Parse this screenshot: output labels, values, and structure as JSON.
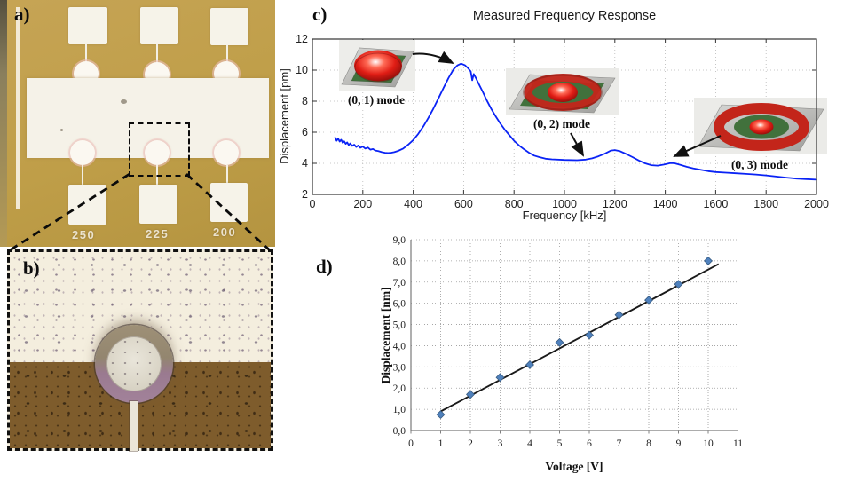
{
  "colors": {
    "gold": "#c6a455",
    "cream": "#f4eede",
    "brown": "#7e5c2c",
    "ring_top": "#9e9077",
    "ring_bottom": "#9a7a90",
    "curve_blue": "#0a23f5",
    "marker_blue": "#4f81bd",
    "trendline_black": "#1a1a1a"
  },
  "panels": {
    "a": {
      "label": "a)",
      "pad_labels": [
        "250",
        "225",
        "200"
      ]
    },
    "b": {
      "label": "b)"
    },
    "c": {
      "label": "c)"
    },
    "d": {
      "label": "d)"
    }
  },
  "chart_data": [
    {
      "type": "line",
      "title": "Measured Frequency Response",
      "xlabel": "Frequency [kHz]",
      "ylabel": "Displacement [pm]",
      "xlim": [
        0,
        2000
      ],
      "ylim": [
        2,
        12
      ],
      "xticks": [
        0,
        200,
        400,
        600,
        800,
        1000,
        1200,
        1400,
        1600,
        1800,
        2000
      ],
      "yticks": [
        2,
        4,
        6,
        8,
        10,
        12
      ],
      "grid": true,
      "legend_position": "none",
      "line_color": "#0a23f5",
      "annotations": [
        {
          "label": "(0, 1) mode",
          "points_to_kHz": 575,
          "points_to_pm": 10.4
        },
        {
          "label": "(0, 2) mode",
          "points_to_kHz": 1050,
          "points_to_pm": 4.2
        },
        {
          "label": "(0, 3) mode",
          "points_to_kHz": 1425,
          "points_to_pm": 4.0
        }
      ],
      "series": [
        {
          "name": "measured displacement",
          "points": [
            [
              90,
              5.65
            ],
            [
              96,
              5.45
            ],
            [
              102,
              5.6
            ],
            [
              108,
              5.4
            ],
            [
              114,
              5.52
            ],
            [
              120,
              5.32
            ],
            [
              126,
              5.42
            ],
            [
              132,
              5.25
            ],
            [
              138,
              5.35
            ],
            [
              144,
              5.18
            ],
            [
              150,
              5.28
            ],
            [
              158,
              5.12
            ],
            [
              166,
              5.2
            ],
            [
              174,
              5.05
            ],
            [
              182,
              5.15
            ],
            [
              190,
              5.0
            ],
            [
              200,
              5.08
            ],
            [
              210,
              4.95
            ],
            [
              220,
              5.02
            ],
            [
              230,
              4.88
            ],
            [
              240,
              4.92
            ],
            [
              250,
              4.82
            ],
            [
              262,
              4.78
            ],
            [
              275,
              4.72
            ],
            [
              288,
              4.68
            ],
            [
              300,
              4.66
            ],
            [
              312,
              4.68
            ],
            [
              325,
              4.72
            ],
            [
              340,
              4.8
            ],
            [
              360,
              4.95
            ],
            [
              380,
              5.2
            ],
            [
              400,
              5.5
            ],
            [
              420,
              5.9
            ],
            [
              440,
              6.38
            ],
            [
              460,
              6.92
            ],
            [
              480,
              7.52
            ],
            [
              500,
              8.18
            ],
            [
              520,
              8.85
            ],
            [
              540,
              9.5
            ],
            [
              560,
              10.05
            ],
            [
              575,
              10.3
            ],
            [
              590,
              10.42
            ],
            [
              605,
              10.32
            ],
            [
              618,
              10.12
            ],
            [
              628,
              9.92
            ],
            [
              634,
              9.35
            ],
            [
              640,
              9.75
            ],
            [
              650,
              9.45
            ],
            [
              662,
              9.05
            ],
            [
              676,
              8.6
            ],
            [
              692,
              8.05
            ],
            [
              710,
              7.5
            ],
            [
              728,
              7.0
            ],
            [
              746,
              6.55
            ],
            [
              764,
              6.15
            ],
            [
              782,
              5.8
            ],
            [
              800,
              5.45
            ],
            [
              820,
              5.15
            ],
            [
              840,
              4.9
            ],
            [
              860,
              4.68
            ],
            [
              880,
              4.5
            ],
            [
              900,
              4.4
            ],
            [
              925,
              4.3
            ],
            [
              950,
              4.26
            ],
            [
              1000,
              4.22
            ],
            [
              1050,
              4.2
            ],
            [
              1085,
              4.24
            ],
            [
              1110,
              4.32
            ],
            [
              1135,
              4.45
            ],
            [
              1160,
              4.62
            ],
            [
              1185,
              4.82
            ],
            [
              1200,
              4.85
            ],
            [
              1220,
              4.78
            ],
            [
              1245,
              4.6
            ],
            [
              1270,
              4.4
            ],
            [
              1295,
              4.18
            ],
            [
              1320,
              4.0
            ],
            [
              1345,
              3.88
            ],
            [
              1370,
              3.85
            ],
            [
              1395,
              3.92
            ],
            [
              1420,
              4.02
            ],
            [
              1438,
              4.0
            ],
            [
              1460,
              3.9
            ],
            [
              1485,
              3.78
            ],
            [
              1510,
              3.68
            ],
            [
              1540,
              3.58
            ],
            [
              1570,
              3.5
            ],
            [
              1600,
              3.44
            ],
            [
              1640,
              3.4
            ],
            [
              1680,
              3.36
            ],
            [
              1720,
              3.32
            ],
            [
              1760,
              3.28
            ],
            [
              1800,
              3.22
            ],
            [
              1840,
              3.15
            ],
            [
              1880,
              3.08
            ],
            [
              1920,
              3.02
            ],
            [
              1960,
              2.98
            ],
            [
              2000,
              2.95
            ]
          ]
        }
      ]
    },
    {
      "type": "scatter",
      "title": "",
      "xlabel": "Voltage [V]",
      "ylabel": "Displacement [nm]",
      "xlim": [
        0,
        11
      ],
      "ylim": [
        0,
        9
      ],
      "xticks": [
        0,
        1,
        2,
        3,
        4,
        5,
        6,
        7,
        8,
        9,
        10,
        11
      ],
      "ytick_labels": [
        "0,0",
        "1,0",
        "2,0",
        "3,0",
        "4,0",
        "5,0",
        "6,0",
        "7,0",
        "8,0",
        "9,0"
      ],
      "grid": true,
      "legend_position": "none",
      "marker_color": "#4f81bd",
      "points": [
        [
          1,
          0.75
        ],
        [
          2,
          1.7
        ],
        [
          3,
          2.5
        ],
        [
          4,
          3.1
        ],
        [
          5,
          4.15
        ],
        [
          6,
          4.5
        ],
        [
          7,
          5.45
        ],
        [
          8,
          6.15
        ],
        [
          9,
          6.9
        ],
        [
          10,
          8.0
        ]
      ],
      "trendline": {
        "x1": 1,
        "y1": 0.9,
        "x2": 10.35,
        "y2": 7.85
      }
    }
  ]
}
